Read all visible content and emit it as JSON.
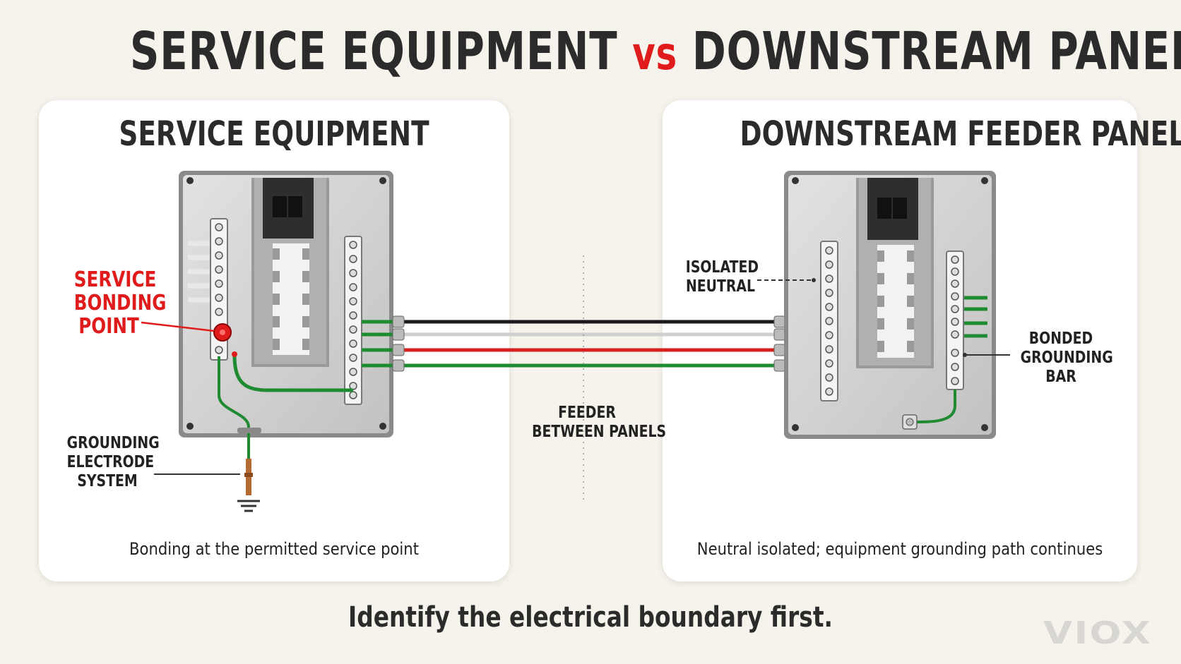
{
  "title": {
    "part1": "SERVICE EQUIPMENT",
    "vs": "vs",
    "part2": "DOWNSTREAM PANEL"
  },
  "left_panel": {
    "title": "SERVICE EQUIPMENT",
    "caption": "Bonding at the permitted service point",
    "labels": {
      "service_bonding_point": [
        "SERVICE",
        "BONDING",
        "POINT"
      ],
      "grounding_electrode": [
        "GROUNDING",
        "ELECTRODE",
        "SYSTEM"
      ]
    }
  },
  "right_panel": {
    "title": "DOWNSTREAM FEEDER PANEL",
    "caption": "Neutral isolated; equipment grounding path continues",
    "labels": {
      "isolated_neutral": [
        "ISOLATED",
        "NEUTRAL"
      ],
      "bonded_grounding_bar": [
        "BONDED",
        "GROUNDING",
        "BAR"
      ]
    }
  },
  "feeder_label": [
    "FEEDER",
    "BETWEEN PANELS"
  ],
  "footer": "Identify the electrical boundary first.",
  "watermark": "VIOX",
  "colors": {
    "accent_red": "#e01b1b",
    "wire_black": "#1a1a1a",
    "wire_white": "#dcdcdc",
    "wire_red": "#d92020",
    "wire_green": "#1e8a32",
    "enclosure": "#d4d4d4"
  }
}
